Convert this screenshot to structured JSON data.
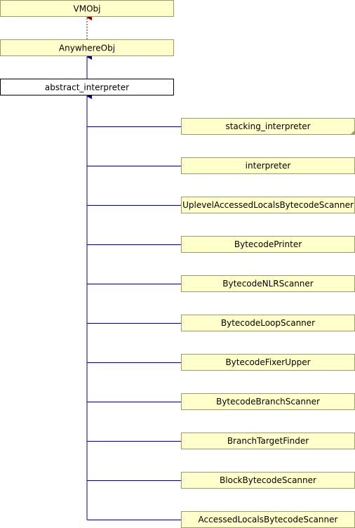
{
  "diagram": {
    "top_classes": [
      {
        "name": "VMObj"
      },
      {
        "name": "AnywhereObj"
      }
    ],
    "current_class": {
      "name": "abstract_interpreter"
    },
    "subclasses": [
      {
        "name": "stacking_interpreter",
        "truncated": true
      },
      {
        "name": "interpreter"
      },
      {
        "name": "UplevelAccessedLocalsBytecodeScanner"
      },
      {
        "name": "BytecodePrinter"
      },
      {
        "name": "BytecodeNLRScanner"
      },
      {
        "name": "BytecodeLoopScanner"
      },
      {
        "name": "BytecodeFixerUpper"
      },
      {
        "name": "BytecodeBranchScanner"
      },
      {
        "name": "BranchTargetFinder"
      },
      {
        "name": "BlockBytecodeScanner"
      },
      {
        "name": "AccessedLocalsBytecodeScanner"
      }
    ],
    "colors": {
      "node_fill": "#ffffcc",
      "node_border": "#9b9b6e",
      "current_fill": "#ffffff",
      "current_border": "#000000",
      "inherit_edge": "#000080",
      "template_edge": "#800000"
    }
  }
}
